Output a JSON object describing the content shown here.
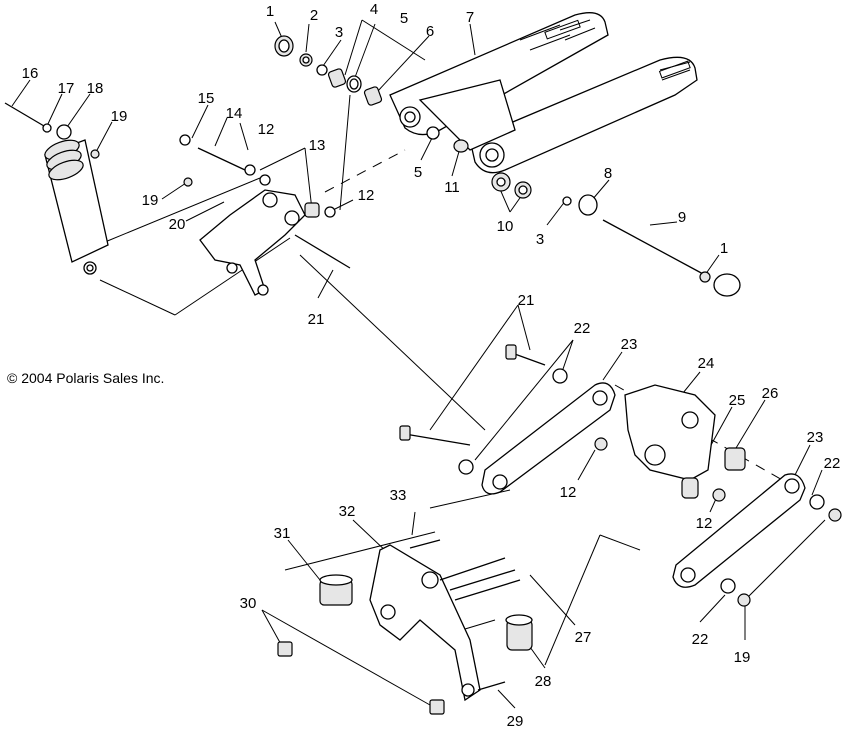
{
  "copyright": "© 2004 Polaris Sales Inc.",
  "callouts": [
    {
      "id": "c1a",
      "text": "1"
    },
    {
      "id": "c2",
      "text": "2"
    },
    {
      "id": "c3a",
      "text": "3"
    },
    {
      "id": "c4",
      "text": "4"
    },
    {
      "id": "c5a",
      "text": "5"
    },
    {
      "id": "c6",
      "text": "6"
    },
    {
      "id": "c7",
      "text": "7"
    },
    {
      "id": "c16",
      "text": "16"
    },
    {
      "id": "c17",
      "text": "17"
    },
    {
      "id": "c18",
      "text": "18"
    },
    {
      "id": "c19a",
      "text": "19"
    },
    {
      "id": "c15",
      "text": "15"
    },
    {
      "id": "c14",
      "text": "14"
    },
    {
      "id": "c12a",
      "text": "12"
    },
    {
      "id": "c13",
      "text": "13"
    },
    {
      "id": "c19b",
      "text": "19"
    },
    {
      "id": "c20",
      "text": "20"
    },
    {
      "id": "c12b",
      "text": "12"
    },
    {
      "id": "c5b",
      "text": "5"
    },
    {
      "id": "c11",
      "text": "11"
    },
    {
      "id": "c8",
      "text": "8"
    },
    {
      "id": "c10",
      "text": "10"
    },
    {
      "id": "c3b",
      "text": "3"
    },
    {
      "id": "c9",
      "text": "9"
    },
    {
      "id": "c1b",
      "text": "1"
    },
    {
      "id": "c21a",
      "text": "21"
    },
    {
      "id": "c21b",
      "text": "21"
    },
    {
      "id": "c22a",
      "text": "22"
    },
    {
      "id": "c23a",
      "text": "23"
    },
    {
      "id": "c24",
      "text": "24"
    },
    {
      "id": "c25",
      "text": "25"
    },
    {
      "id": "c26",
      "text": "26"
    },
    {
      "id": "c12c",
      "text": "12"
    },
    {
      "id": "c23b",
      "text": "23"
    },
    {
      "id": "c22b",
      "text": "22"
    },
    {
      "id": "c12d",
      "text": "12"
    },
    {
      "id": "c33",
      "text": "33"
    },
    {
      "id": "c32",
      "text": "32"
    },
    {
      "id": "c31",
      "text": "31"
    },
    {
      "id": "c30",
      "text": "30"
    },
    {
      "id": "c27",
      "text": "27"
    },
    {
      "id": "c28",
      "text": "28"
    },
    {
      "id": "c29",
      "text": "29"
    },
    {
      "id": "c22c",
      "text": "22"
    },
    {
      "id": "c19c",
      "text": "19"
    }
  ]
}
